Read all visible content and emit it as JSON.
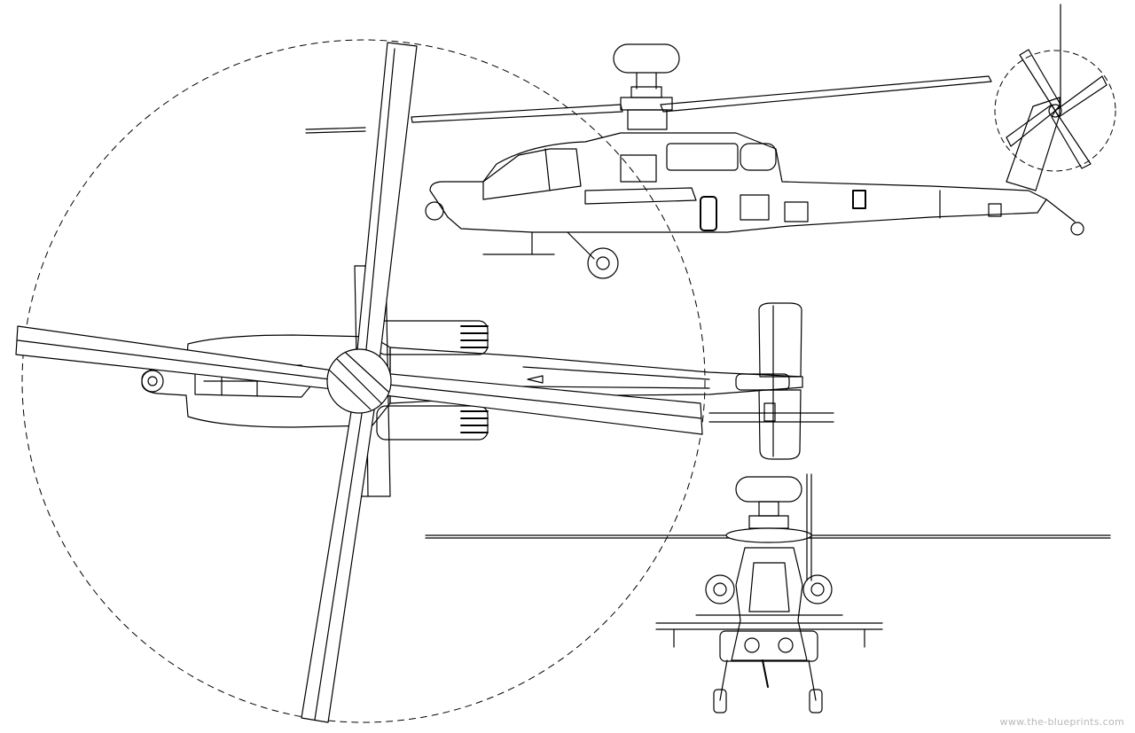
{
  "diagram": {
    "views": [
      "top-view",
      "side-view",
      "front-view"
    ],
    "line_color": "#000000",
    "background": "#ffffff",
    "rotor_disc_style": "dashed"
  },
  "watermark": {
    "text": "www.the-blueprints.com",
    "color": "#b8b8b8"
  }
}
